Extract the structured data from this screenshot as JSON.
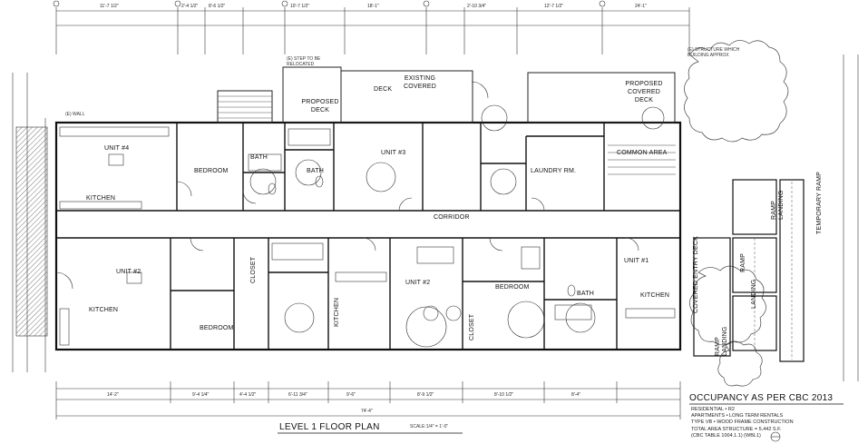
{
  "sheet": {
    "title": "LEVEL 1 FLOOR PLAN",
    "scale": "SCALE:1/4\" = 1'-0\"",
    "occupancy": {
      "heading": "OCCUPANCY AS PER CBC 2013",
      "lines": [
        "RESIDENTIAL • R2",
        "APARTMENTS • LONG TERM RENTALS",
        "TYPE VB • WOOD FRAME CONSTRUCTION",
        "TOTAL AREA STRUCTURE = 5,442 S.F.",
        "(CBC TABLE 1004.1.1) (WBL1)"
      ]
    }
  },
  "rooms": {
    "unit4": "UNIT #4",
    "bedroom_top": "BEDROOM",
    "bath_a": "BATH",
    "bath_b": "BATH",
    "kitchen_top": "KITCHEN",
    "existing_covered": "EXISTING COVERED",
    "deck": "DECK",
    "proposed_deck_left": "PROPOSED DECK",
    "unit3": "UNIT #3",
    "laundry": "LAUNDRY RM.",
    "common_area": "COMMON AREA",
    "proposed_covered_deck": "PROPOSED COVERED DECK",
    "corridor": "CORRIDOR",
    "unit2_left": "UNIT #2",
    "kitchen_left": "KITCHEN",
    "bedroom_bottom": "BEDROOM",
    "closet_a": "CLOSET",
    "kitchen_mid": "KITCHEN",
    "unit2": "UNIT #2",
    "closet_b": "CLOSET",
    "bedroom_mid": "BEDROOM",
    "unit1": "UNIT #1",
    "bath_c": "BATH",
    "kitchen_right": "KITCHEN",
    "covered_entry_deck": "COVERED ENTRY DECK",
    "ramp_landing_top": "RAMP LANDING",
    "temporary_ramp": "TEMPORARY RAMP",
    "ramp": "RAMP",
    "landing": "LANDING",
    "ramp_landing_bottom": "RAMP LANDING"
  },
  "dimensions": {
    "top": [
      "11'-7 1/2\"",
      "2'-4 1/2\"",
      "8'-6 1/2\"",
      "10'-7 1/2\"",
      "18'-1\"",
      "2'-10 3/4\"",
      "12'-7 1/2\"",
      "24'-1\""
    ],
    "bottom": [
      "14'-2\"",
      "9'-4 1/4\"",
      "4'-4 1/2\"",
      "6'-11 3/4\"",
      "9'-6\"",
      "8'-9 1/2\"",
      "8'-10 1/2\"",
      "8'-4\""
    ],
    "overall": "74'-4\""
  },
  "notes": {
    "hatched_wall": "(E) WALL",
    "step_note": "(E) STEP TO BE RELOCATED",
    "structure_note": "(E) STRUCTURE WHICH BUILDING APPROX"
  }
}
